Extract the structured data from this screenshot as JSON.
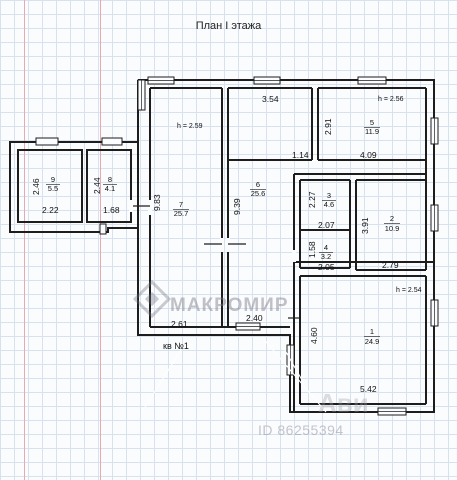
{
  "title": "План I этажа",
  "apartment_label": "кв №1",
  "watermark": {
    "brand": "МАКРОМИР",
    "listing_id": "ID 86255394",
    "avito_mark": "Ави"
  },
  "ceiling_heights": [
    "h = 2.59",
    "h = 2.56",
    "h = 2.54"
  ],
  "rooms": [
    {
      "number": "1",
      "area": "24.9"
    },
    {
      "number": "2",
      "area": "10.9"
    },
    {
      "number": "3",
      "area": "4.6"
    },
    {
      "number": "4",
      "area": "3.2"
    },
    {
      "number": "5",
      "area": "11.9"
    },
    {
      "number": "6",
      "area": "25.6"
    },
    {
      "number": "7",
      "area": "25.7"
    },
    {
      "number": "8",
      "area": "4.1"
    },
    {
      "number": "9",
      "area": "5.5"
    }
  ],
  "dimensions": {
    "d354": "3.54",
    "d291": "2.91",
    "d114": "1.14",
    "d409": "4.09",
    "d227": "2.27",
    "d207": "2.07",
    "d391": "3.91",
    "d158": "1.58",
    "d205": "2.05",
    "d279": "2.79",
    "d939": "9.39",
    "d983": "9.83",
    "d246": "2.46",
    "d222": "2.22",
    "d244": "2.44",
    "d168": "1.68",
    "d261": "2.61",
    "d240": "2.40",
    "d460": "4.60",
    "d542": "5.42"
  },
  "colors": {
    "wall": "#1d1d1d",
    "grid": "#d8e2ef",
    "margin": "#e9a9b3"
  }
}
